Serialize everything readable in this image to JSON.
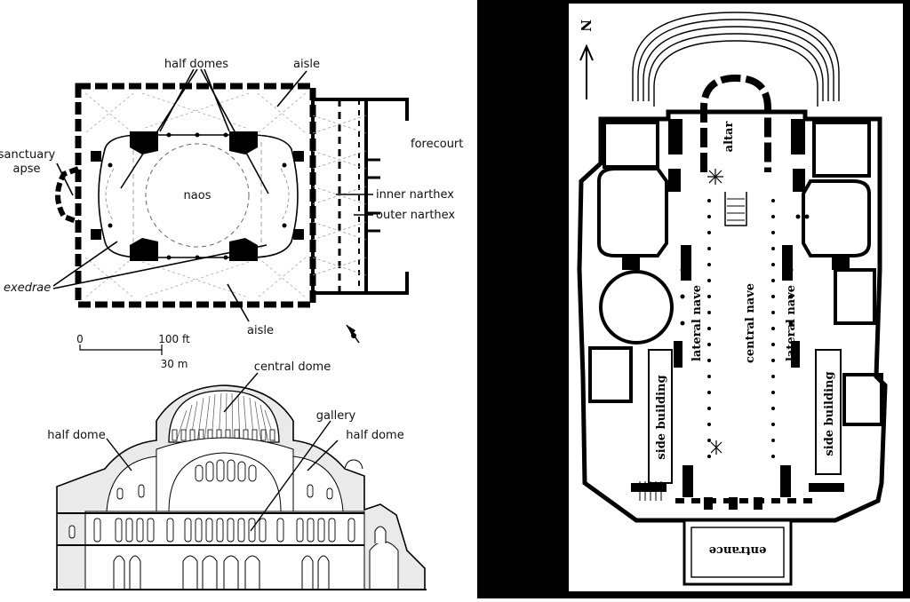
{
  "plan_labels": {
    "half_domes": "half domes",
    "aisle_top": "aisle",
    "sanctuary": "sanctuary",
    "apse": "apse",
    "naos": "naos",
    "forecourt": "forecourt",
    "inner_narthex": "inner narthex",
    "outer_narthex": "outer narthex",
    "exedrae": "exedrae",
    "aisle_bottom": "aisle"
  },
  "scale": {
    "zero": "0",
    "ft": "100 ft",
    "m": "30 m"
  },
  "section_labels": {
    "central_dome": "central dome",
    "gallery": "gallery",
    "half_dome_left": "half dome",
    "half_dome_right": "half dome"
  },
  "basilica_labels": {
    "north": "N",
    "altar": "altar",
    "lateral_nave_left": "lateral nave",
    "central_nave": "central nave",
    "lateral_nave_right": "lateral nave",
    "side_building_left": "side building",
    "side_building_right": "side building",
    "entrance": "entrance"
  }
}
